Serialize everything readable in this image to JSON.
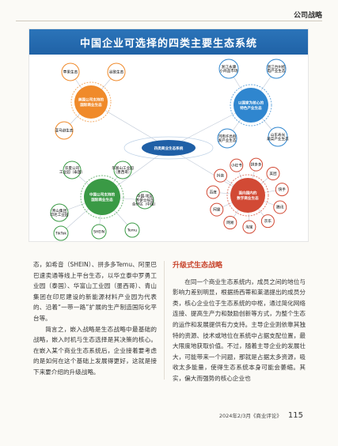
{
  "header": {
    "section": "公司战略"
  },
  "figure": {
    "title": "中国企业可选择的四类主要生态系统",
    "center_label": "四类商业生态系统",
    "quadrants": {
      "top_left": {
        "hub": "美国公司支持的\n国际商业生态",
        "nodes": [
          "谷歌生态",
          "苹果生态",
          "亚马逊生态"
        ]
      },
      "top_right": {
        "hub": "以国家为核心的\n特色产业生态",
        "nodes": [
          "浙江永康\n小商品市场",
          "浙江台州机\n电产业生态",
          "山东寿光\n蔬菜产业生态",
          "河南许昌假\n发产业生态"
        ]
      },
      "bottom_left": {
        "hub": "中国公司支持的\n国际商业生态",
        "nodes": [
          "华夏公司\n工业园（泰国）",
          "华富山工业园\n（墨西哥）",
          "青山集团\n印尼工业园",
          "中国-埃及\n苏伊士经贸\n合作区（中国）",
          "TikTok",
          "SHEIN",
          "Temu"
        ]
      },
      "bottom_right": {
        "hub": "面向国内的\n数字商业生态",
        "nodes": [
          "抖音",
          "小红书",
          "拼多多",
          "美团",
          "快手",
          "腾讯",
          "京东",
          "淘宝",
          "网易",
          "阿里",
          "百度"
        ]
      }
    }
  },
  "article": {
    "left_paragraphs": [
      "态，如希音（SHEIN）、拼多多Temu、阿里巴巴速卖通等线上平台生态，以华立泰中罗勇工业园（泰国）、华富山工业园（墨西哥）、青山集团在印尼建设的新能源材料产业园为代表的、沿着“一带一路”扩展的生产制造国际化平台等。",
      "简言之，嵌入战略是生态战略中最基础的战略，嵌入时机与生态选择是其决策的核心。在嵌入某个商业生态系统后，企业接着要考虑的是如何在这个基础上发展得更好，这就是接下来要介绍的升级战略。"
    ],
    "right_heading": "升级式生态战略",
    "right_paragraphs": [
      "在同一个商业生态系统内，成员之间的地位与影响力差别明显，根据扬西蒂和莱温提出的成员分类，核心企业位于生态系统的中枢，通过简化网络连接、提高生产力和鼓励创新等方式，为整个生态的运作和发展提供有力支持。主导企业则依靠其独特的资源、技术或地位在系统中占据支配位置，最大限度地获取价值。不过，随着主导企业的发展壮大，可能带来一个问题，那就是占据太多资源，吸收太多能量，使得生态系统本身可能会萎缩。其实，偏大而强势的核心企业也"
    ]
  },
  "footer": {
    "issue": "2024年2/3月《商业评论》",
    "page": "115"
  },
  "colors": {
    "banner": "#2468ae",
    "orange": "#f08a2a",
    "blue": "#2f86cf",
    "green": "#3a9a45",
    "red": "#d24a35"
  }
}
